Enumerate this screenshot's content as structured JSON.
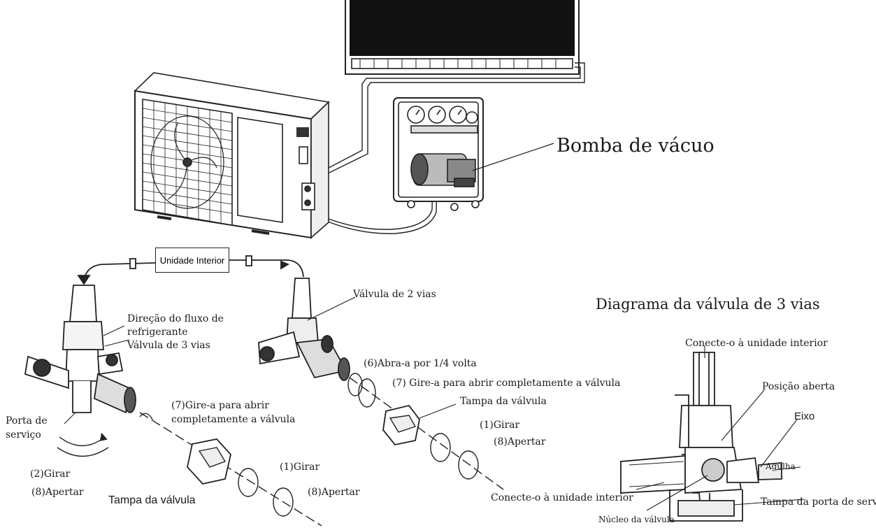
{
  "labels": {
    "bomba_vacuo": "Bomba de vácuo",
    "unidade_interior_box": "Unidade Interior",
    "valvula_2_vias": "Válvula de 2 vias",
    "diagrama_3_vias": "Diagrama da válvula de 3 vias",
    "direcao_fluxo_1": "Direção do fluxo de",
    "direcao_fluxo_2": "refrigerante",
    "valvula_3_vias": "Válvula de 3 vias",
    "abra_quarto": "(6)Abra-a por 1/4 volta",
    "gire_abrir_right": "(7) Gire-a para abrir completamente a válvula",
    "tampa_valvula_right": "Tampa da válvula",
    "girar_1_right": "(1)Girar",
    "apertar_8_right": "(8)Apertar",
    "gire_abrir_left_1": "(7)Gire-a para abrir",
    "gire_abrir_left_2": "completamente a válvula",
    "porta_servico_1": "Porta de",
    "porta_servico_2": "serviço",
    "girar_2": "(2)Girar",
    "apertar_8_left": "(8)Apertar",
    "tampa_valvula_left": "Tampa da válvula",
    "girar_1_left": "(1)Girar",
    "apertar_8_mid": "(8)Apertar",
    "conecte_top": "Conecte-o à unidade interior",
    "posicao_aberta": "Posição aberta",
    "eixo": "Eixo",
    "agulha": "Agulha",
    "conecte_bottom": "Conecte-o à unidade interior",
    "tampa_porta_servico": "Tampa da porta de serviço",
    "nucleo_valvula": "Núcleo da válvula"
  }
}
